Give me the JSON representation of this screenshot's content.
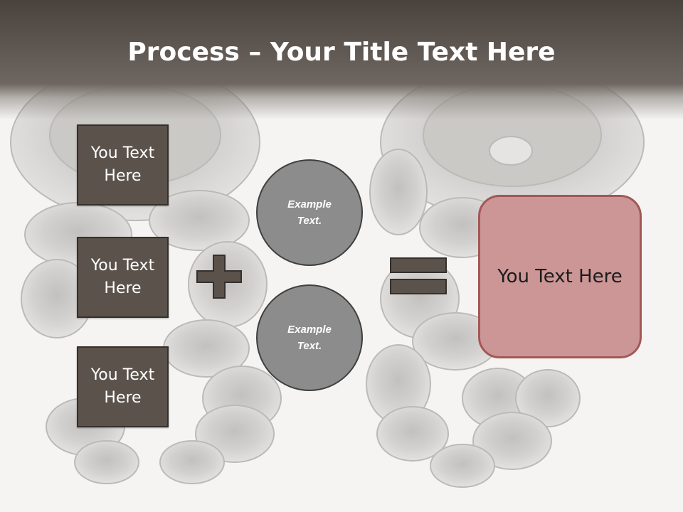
{
  "title": {
    "bold": "Process",
    "rest": " – Your Title Text Here"
  },
  "boxes": [
    {
      "label": "You Text Here"
    },
    {
      "label": "You Text Here"
    },
    {
      "label": "You Text Here"
    }
  ],
  "circles": [
    {
      "label": "Example Text."
    },
    {
      "label": "Example Text."
    }
  ],
  "result": {
    "label": "You Text Here"
  },
  "colors": {
    "title_bar": "#5a524b",
    "box_fill": "#5a524b",
    "circle_fill": "#8c8c8c",
    "result_fill": "#cc9696",
    "result_border": "#a25856"
  },
  "icons": {
    "plus": "plus-icon",
    "equals": "equals-icon"
  }
}
